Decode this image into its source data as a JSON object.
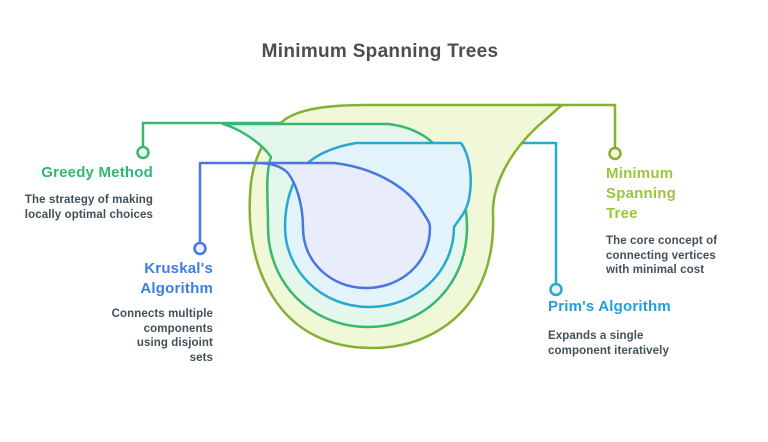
{
  "title": "Minimum Spanning Trees",
  "colors": {
    "title_text": "#4d4d4d",
    "body_text": "#42505a",
    "olive": "#86b02f",
    "olive_fill": "#f0f8d8",
    "olive_circle_fill": "#f1f8dc",
    "green": "#3bb671",
    "green_fill": "#e4f7ec",
    "green_circle_fill": "#e6f8ef",
    "cyan": "#2aa7d2",
    "cyan_fill": "#e2f3fb",
    "cyan_circle_fill": "#e6f5fc",
    "blue": "#4678e0",
    "blue_fill": "#e9edfb",
    "blue_circle_fill": "#ecf1fc"
  },
  "nodes": [
    {
      "id": "greedy",
      "label": "Greedy Method",
      "color": "#2eb873",
      "description": "The strategy of making locally optimal choices"
    },
    {
      "id": "kruskal",
      "label": "Kruskal's Algorithm",
      "color": "#3d7ee3",
      "description": "Connects multiple components using disjoint sets"
    },
    {
      "id": "mst",
      "label": "Minimum Spanning Tree",
      "color": "#9bc53d",
      "description": "The core concept of connecting vertices with minimal cost"
    },
    {
      "id": "prim",
      "label": "Prim's Algorithm",
      "color": "#229fdb",
      "description": "Expands a single component iteratively"
    }
  ]
}
